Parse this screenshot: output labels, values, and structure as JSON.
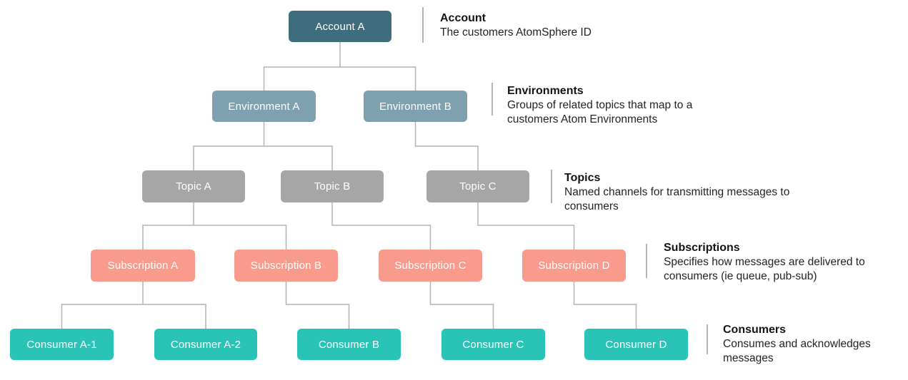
{
  "colors": {
    "account": "#3E6D7E",
    "environment": "#7FA0AF",
    "topic": "#A6A6A6",
    "subscription": "#F99B8C",
    "consumer": "#2AC4B7",
    "connector": "#B3B3B3",
    "divider": "#B3B3B3"
  },
  "nodes": {
    "account_a": "Account A",
    "env_a": "Environment A",
    "env_b": "Environment B",
    "topic_a": "Topic A",
    "topic_b": "Topic B",
    "topic_c": "Topic C",
    "sub_a": "Subscription A",
    "sub_b": "Subscription B",
    "sub_c": "Subscription C",
    "sub_d": "Subscription D",
    "cons_a1": "Consumer A-1",
    "cons_a2": "Consumer A-2",
    "cons_b": "Consumer B",
    "cons_c": "Consumer C",
    "cons_d": "Consumer D"
  },
  "legend": {
    "account": {
      "title": "Account",
      "lines": [
        "The customers AtomSphere ID"
      ]
    },
    "environments": {
      "title": "Environments",
      "lines": [
        "Groups of related topics that map to a",
        "customers Atom Environments"
      ]
    },
    "topics": {
      "title": "Topics",
      "lines": [
        "Named channels for transmitting messages to",
        "consumers"
      ]
    },
    "subscriptions": {
      "title": "Subscriptions",
      "lines": [
        "Specifies how messages are delivered to",
        "consumers (ie queue, pub-sub)"
      ]
    },
    "consumers": {
      "title": "Consumers",
      "lines": [
        "Consumes and acknowledges",
        "messages"
      ]
    }
  }
}
